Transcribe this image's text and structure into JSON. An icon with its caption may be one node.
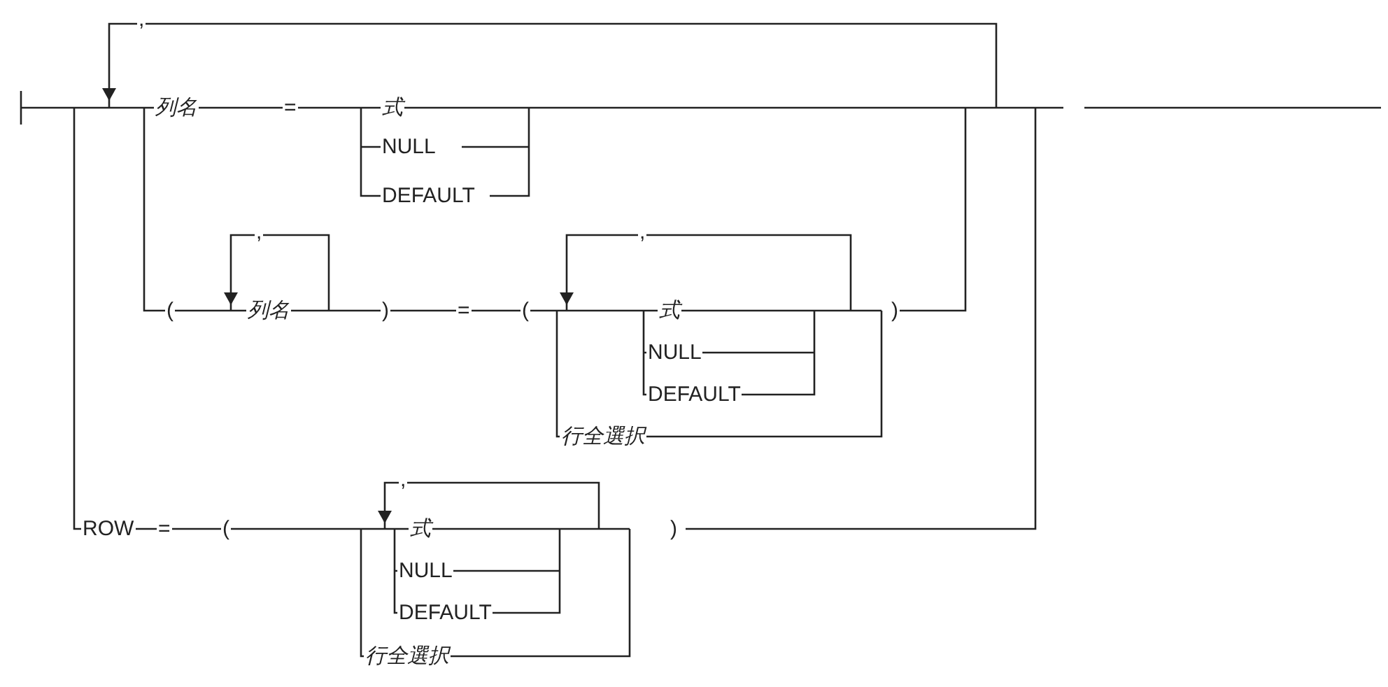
{
  "diagram": {
    "labels": [
      ",",
      "列名",
      "=",
      "式",
      "NULL",
      "DEFAULT",
      ",",
      ",",
      "(",
      "列名",
      ")",
      "=",
      "(",
      "式",
      ")",
      "NULL",
      "DEFAULT",
      "行全選択",
      ",",
      "ROW",
      "=",
      "(",
      "式",
      ")",
      "NULL",
      "DEFAULT",
      "行全選択"
    ]
  }
}
